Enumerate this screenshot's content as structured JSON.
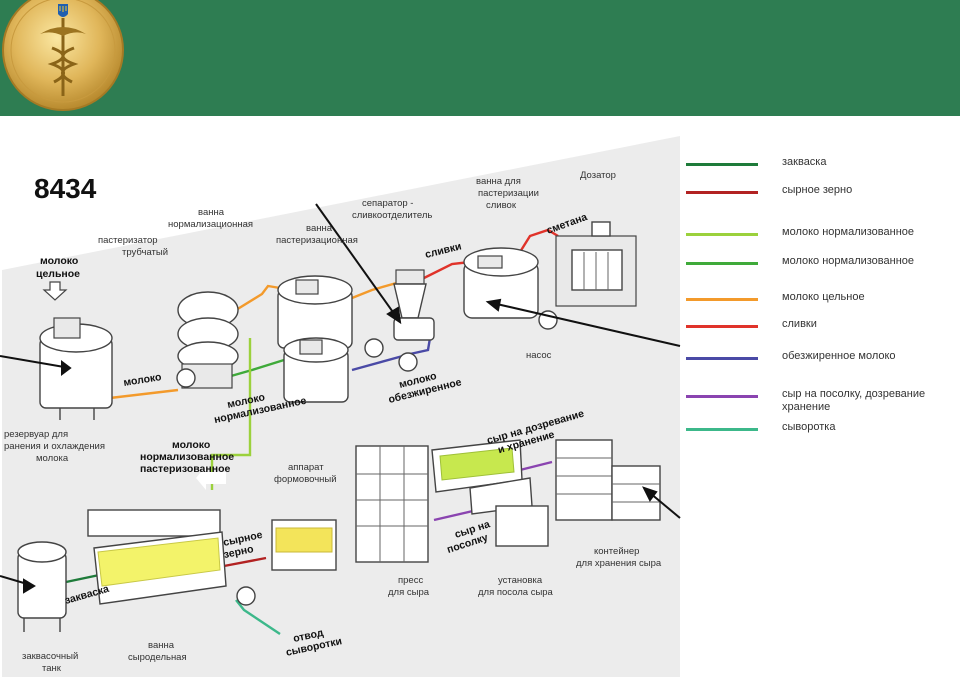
{
  "title": "8434",
  "colors": {
    "banner": "#2e7d52",
    "zakvaska": "#1e7b3a",
    "syrnoe_zerno": "#b22222",
    "moloko_norm_1": "#9bd13c",
    "moloko_norm_2": "#3faa3a",
    "moloko_celnoe": "#f39a2b",
    "slivki": "#e0332a",
    "obezhirennoe": "#4a4aa6",
    "posol": "#8a44b0",
    "syvorotka": "#3cb88a"
  },
  "legend": [
    {
      "label": "закваска",
      "color": "#1e7b3a"
    },
    {
      "label": "сырное зерно",
      "color": "#b22222"
    },
    {
      "label": "молоко нормализованное",
      "color": "#9bd13c"
    },
    {
      "label": "молоко нормализованное",
      "color": "#3faa3a"
    },
    {
      "label": "молоко цельное",
      "color": "#f39a2b"
    },
    {
      "label": "сливки",
      "color": "#e0332a"
    },
    {
      "label": "обезжиренное молоко",
      "color": "#4a4aa6"
    },
    {
      "label": "сыр на посолку, дозревание хранение",
      "color": "#8a44b0"
    },
    {
      "label": "сыворотка",
      "color": "#3cb88a"
    }
  ],
  "equipment": {
    "reservoir": [
      "резервуар для",
      "ранения и охлаждения",
      "молока"
    ],
    "pasteurizer": [
      "пастеризатор",
      "трубчатый"
    ],
    "norm_bath": [
      "ванна",
      "нормализационная"
    ],
    "past_bath": [
      "ванна",
      "пастеризационная"
    ],
    "separator": [
      "сепаратор -",
      "сливкоотделитель"
    ],
    "cream_bath": [
      "ванна для",
      "пастеризации",
      "сливок"
    ],
    "dosator": "Дозатор",
    "pump": "насос",
    "forming": [
      "аппарат",
      "формовочный"
    ],
    "press": [
      "пресс",
      "для сыра"
    ],
    "salting": [
      "установка",
      "для посола сыра"
    ],
    "container": [
      "контейнер",
      "для хранения сыра"
    ],
    "starter_tank": [
      "заквасочный",
      "танк"
    ],
    "cheese_vat": [
      "ванна",
      "сыродельная"
    ]
  },
  "flows": {
    "whole_milk_in": [
      "молоко",
      "цельное"
    ],
    "milk": "молоко",
    "milk_normalized": [
      "молоко",
      "нормализованное"
    ],
    "milk_norm_past": [
      "молоко",
      "нормализованное",
      "пастеризованное"
    ],
    "cream": "сливки",
    "skim": [
      "молоко",
      "обезжиренное"
    ],
    "sour_cream": "сметана",
    "ripening": [
      "сыр на дозревание",
      "и хранение"
    ],
    "salting_flow": [
      "сыр на",
      "посолку"
    ],
    "starter": "закваска",
    "grain": [
      "сырное",
      "зерно"
    ],
    "whey_out": [
      "отвод",
      "сыворотки"
    ]
  }
}
